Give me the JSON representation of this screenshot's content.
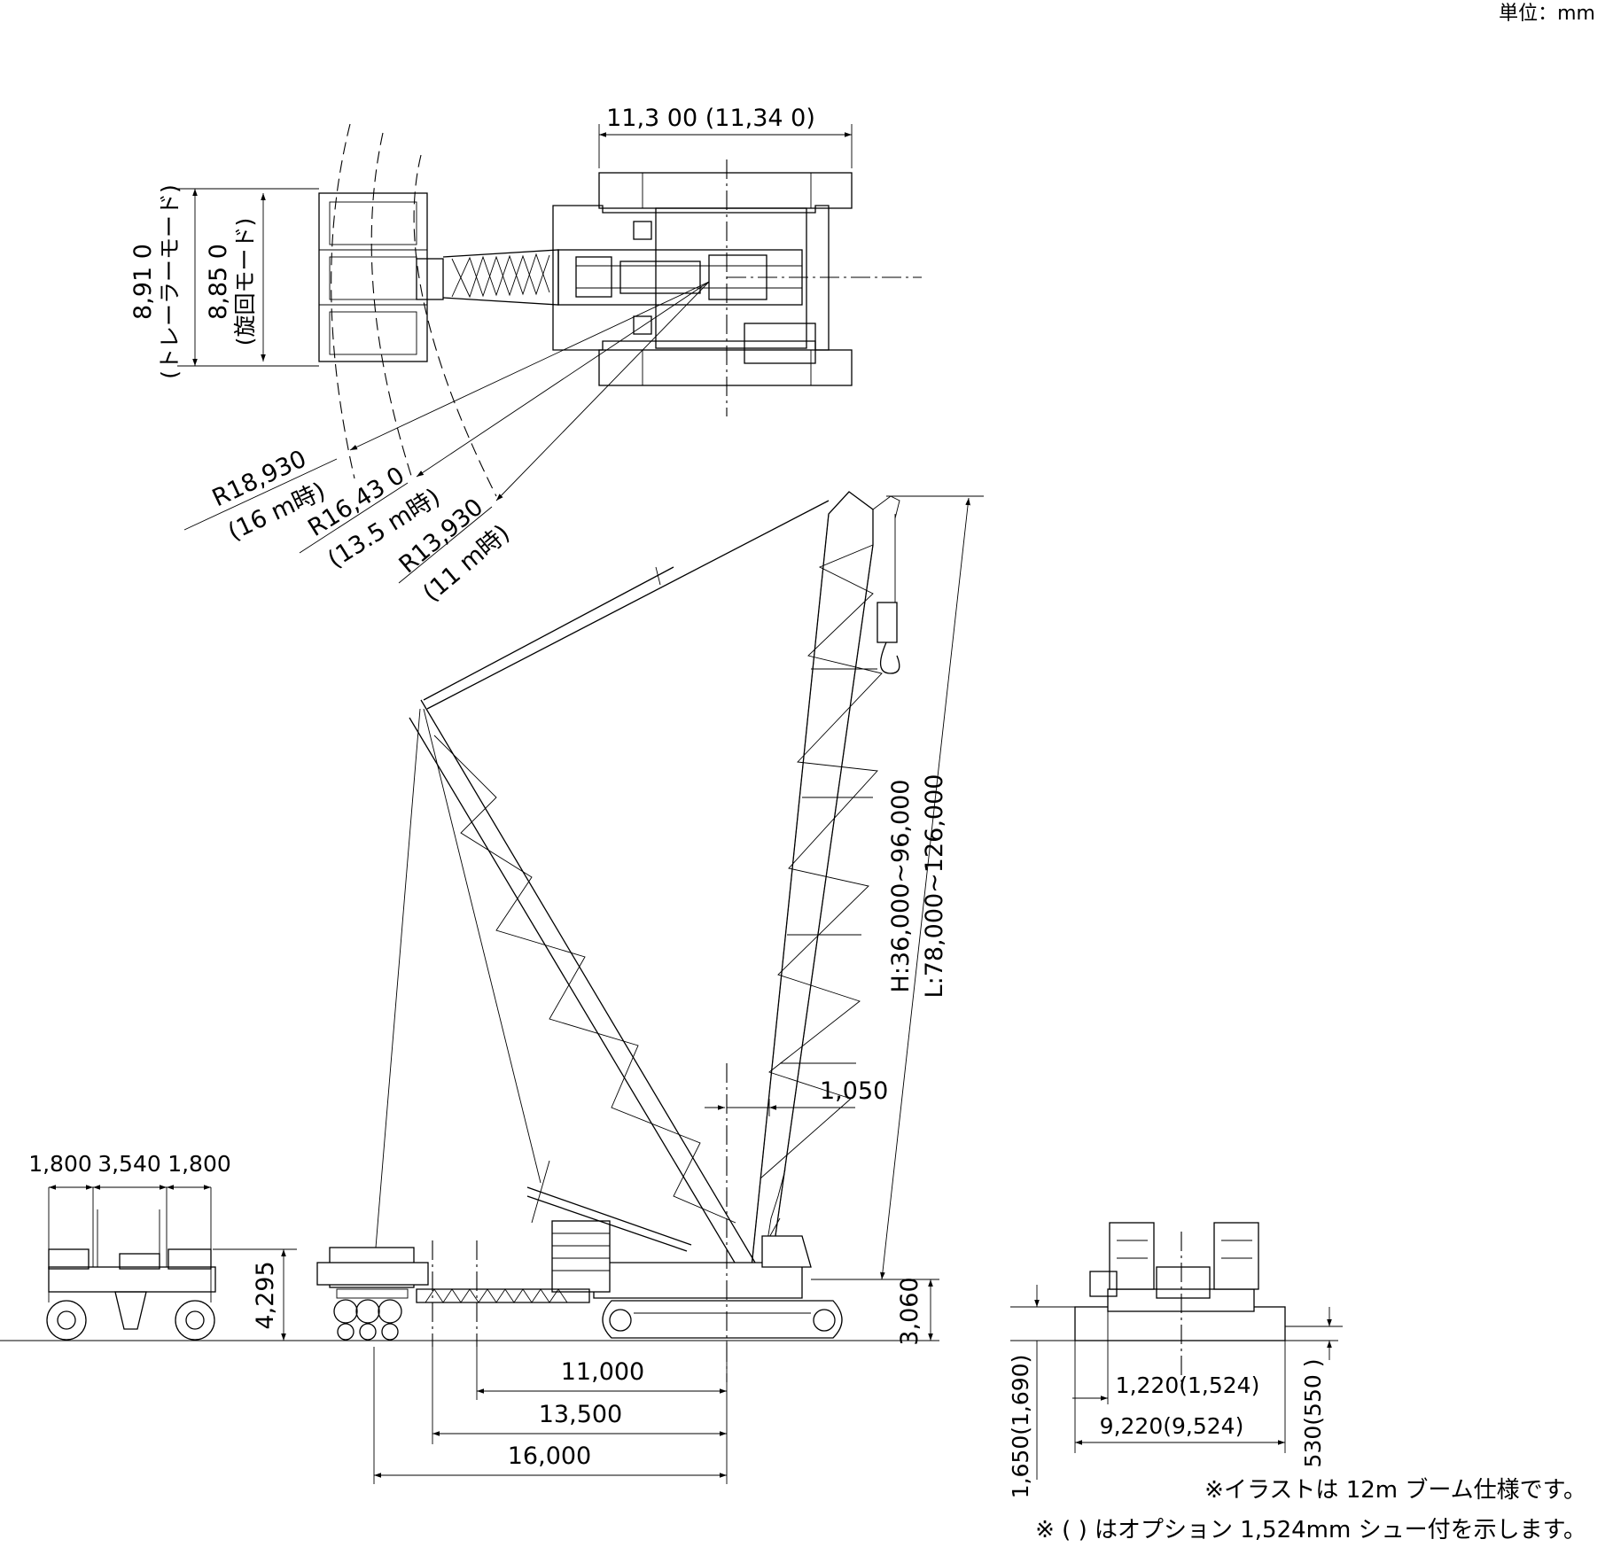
{
  "unit_label": "単位：mm",
  "top_view": {
    "width_label": "11,3 00 (11,34 0)",
    "trailer_width_label": "8,91 0",
    "trailer_mode_label": "(トレーラーモード)",
    "swing_width_label": "8,85 0",
    "swing_mode_label": "(旋回モード)",
    "radius_1": "R18,930",
    "radius_1_note": "(16 m時)",
    "radius_2": "R16,43  0",
    "radius_2_note": "(13.5 m時)",
    "radius_3": "R13,930",
    "radius_3_note": "(11 m時)"
  },
  "side_view": {
    "height_label": "H:36,000~96,000",
    "length_label": "L:78,000~126,000",
    "offset_label": "1,050",
    "pivot_height_label": "3,060",
    "dim_11000": "11,000",
    "dim_13500": "13,500",
    "dim_16000": "16,000"
  },
  "trailer_view": {
    "dim_a": "1,800",
    "dim_b": "3,540",
    "dim_c": "1,800",
    "height_label": "4,295"
  },
  "front_view": {
    "track_height_label": "1,650(1,690)",
    "shoe_label": "1,220(1,524)",
    "track_width_label": "9,220(9,524)",
    "clearance_label": "530(550  )"
  },
  "notes": {
    "note_1": "※イラストは 12m ブーム仕様です。",
    "note_2": "※ (       ) はオプション  1,524mm シュー付を示します。"
  }
}
